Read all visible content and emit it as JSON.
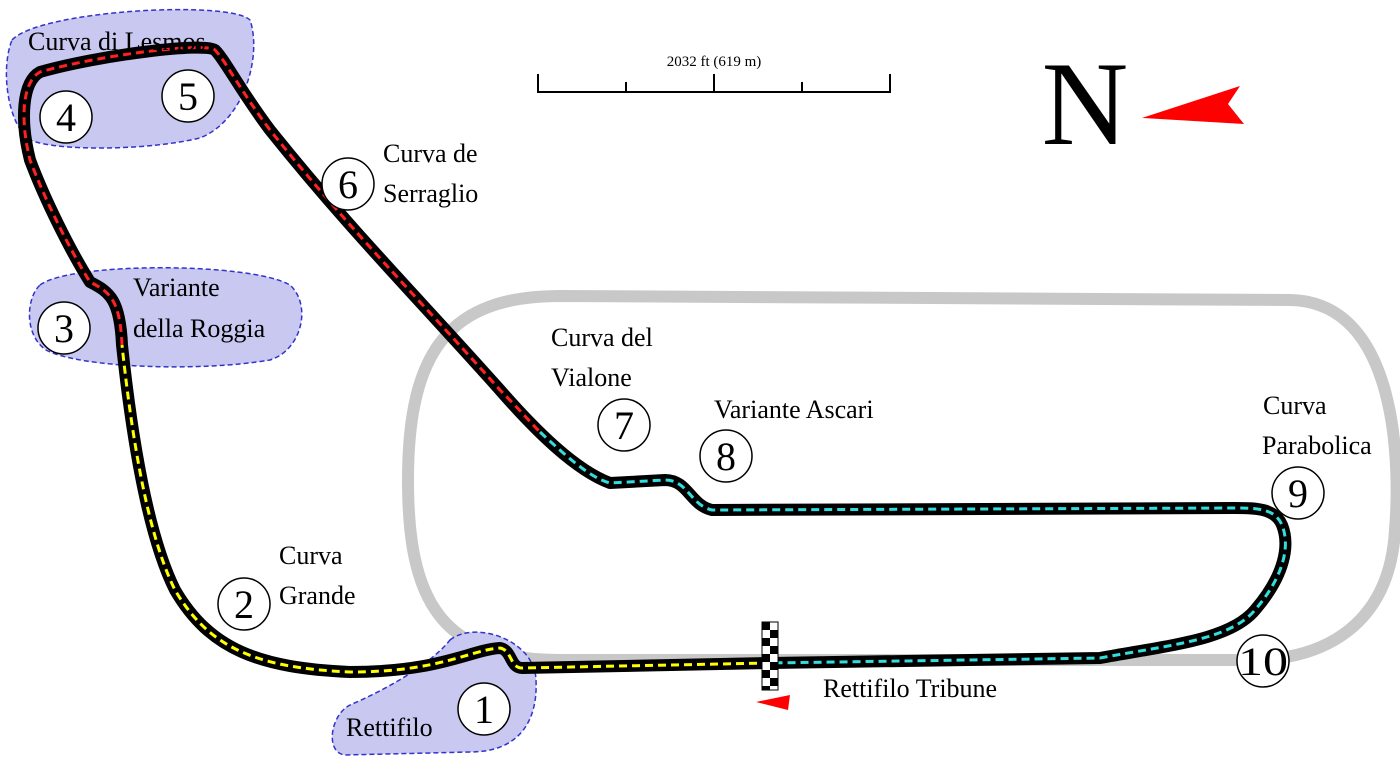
{
  "scale_bar": {
    "label": "2032 ft (619 m)"
  },
  "compass": {
    "letter": "N",
    "arrow_color": "#ff0000"
  },
  "colors": {
    "track_outline": "#000000",
    "sector_1": "#ffff00",
    "sector_2": "#ff2020",
    "sector_3": "#33dddd",
    "oval": "#c8c8c8",
    "highlight_fill": "#c8c8f0",
    "highlight_border": "#3333cc"
  },
  "turns": [
    {
      "number": "1"
    },
    {
      "number": "2"
    },
    {
      "number": "3"
    },
    {
      "number": "4"
    },
    {
      "number": "5"
    },
    {
      "number": "6"
    },
    {
      "number": "7"
    },
    {
      "number": "8"
    },
    {
      "number": "9"
    },
    {
      "number": "10"
    }
  ],
  "labels": {
    "rettifilo": "Rettifilo",
    "curva_grande": [
      "Curva",
      "Grande"
    ],
    "variante_roggia": [
      "Variante",
      "della Roggia"
    ],
    "curva_lesmos": "Curva di Lesmos",
    "curva_serraglio": [
      "Curva de",
      "Serraglio"
    ],
    "curva_vialone": [
      "Curva del",
      "Vialone"
    ],
    "variante_ascari": "Variante Ascari",
    "curva_parabolica": [
      "Curva",
      "Parabolica"
    ],
    "rettifilo_tribune": "Rettifilo Tribune"
  }
}
